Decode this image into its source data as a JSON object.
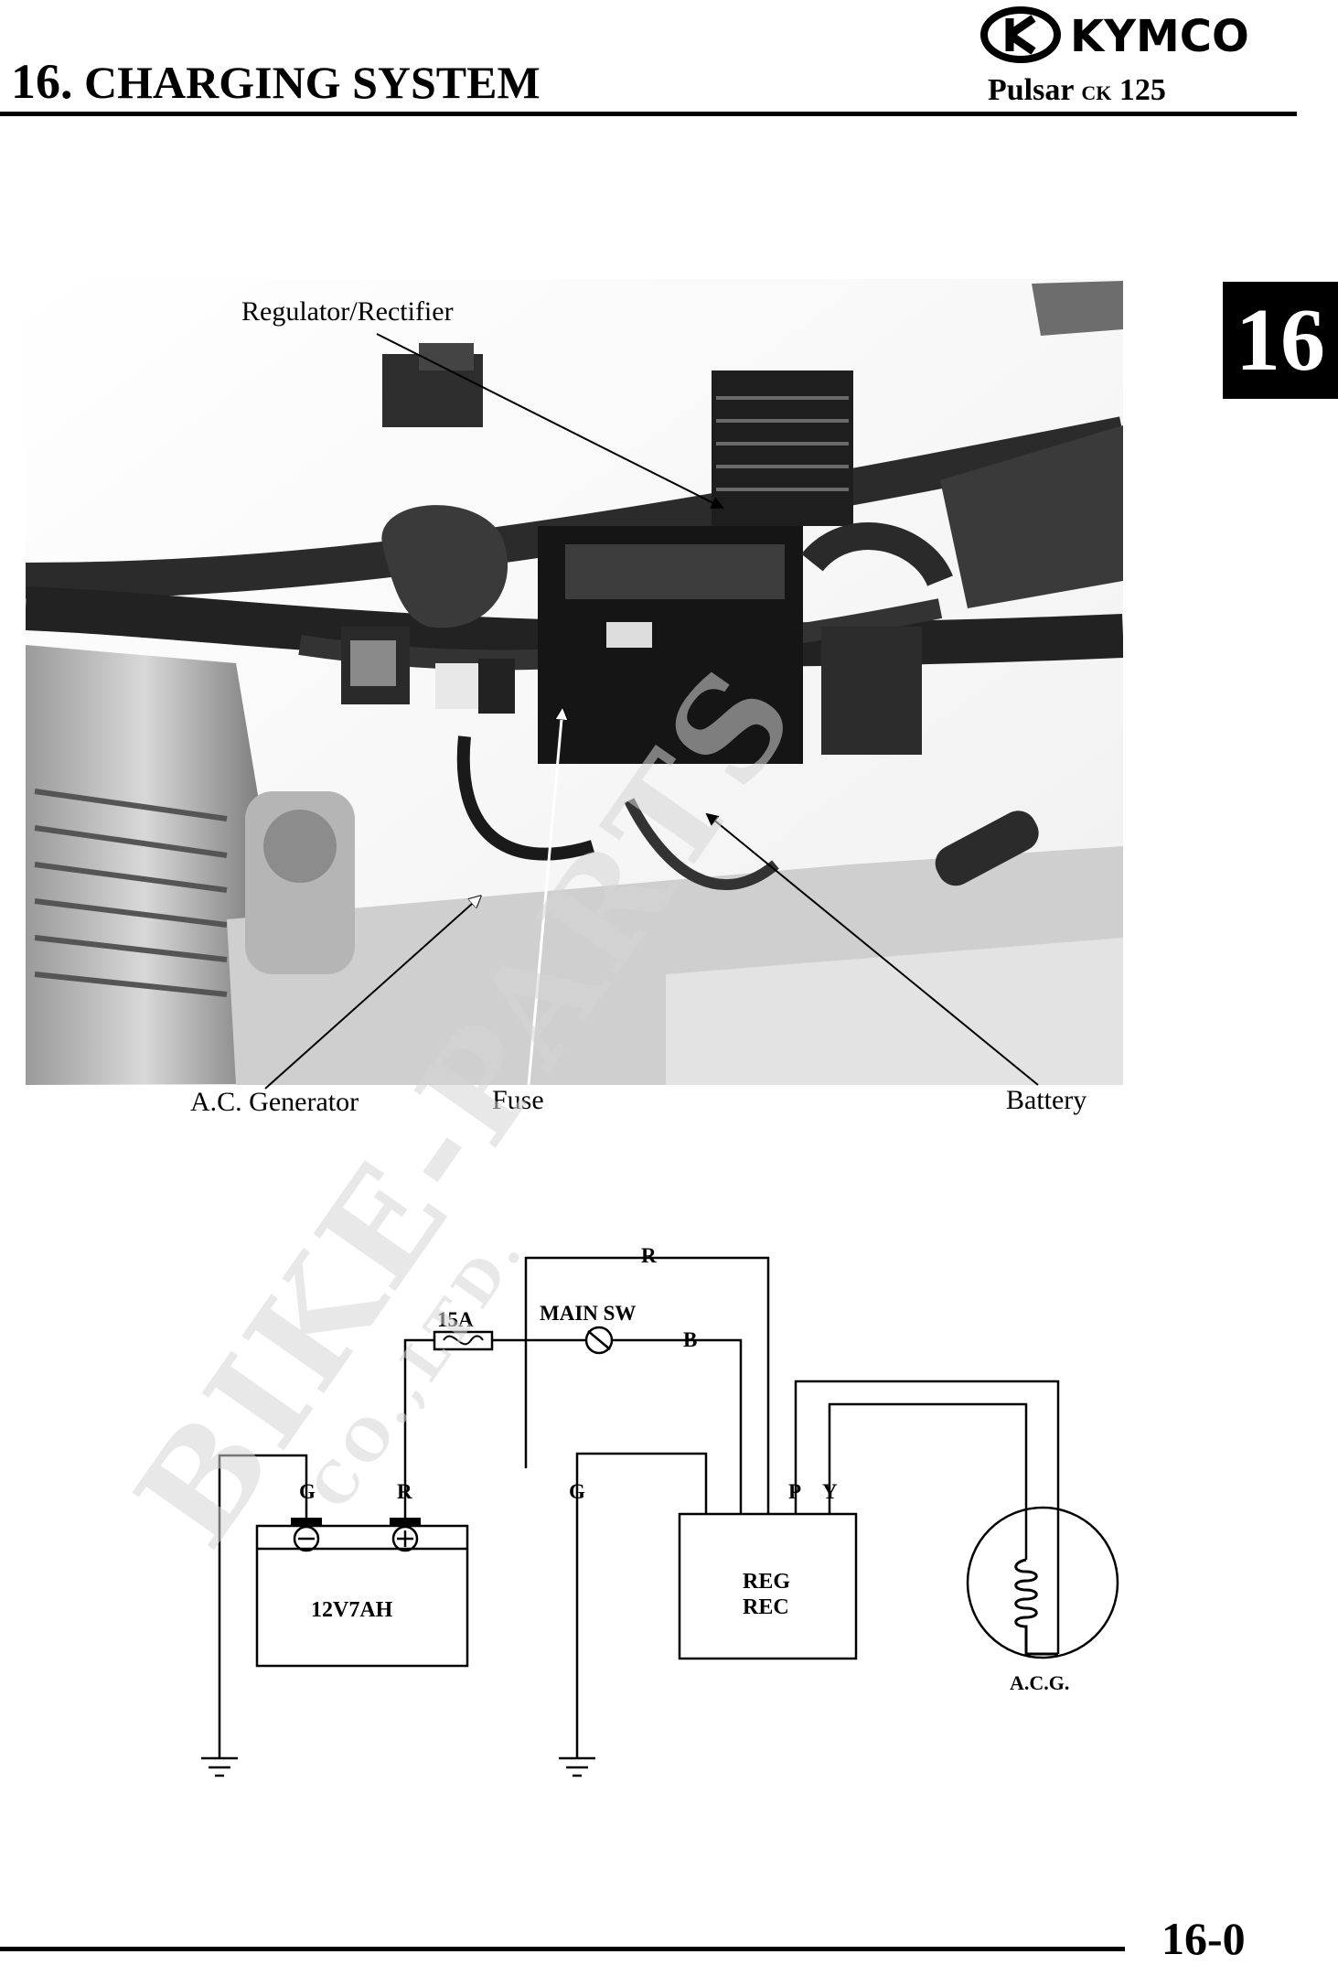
{
  "header": {
    "brand": "KYMCO",
    "chapter_number": "16.",
    "chapter_title": "CHARGING SYSTEM",
    "model_name": "Pulsar",
    "model_suffix": "CK",
    "model_number": "125"
  },
  "chapter_tab": "16",
  "photo_callouts": {
    "regulator_rectifier": "Regulator/Rectifier",
    "ac_generator": "A.C. Generator",
    "fuse": "Fuse",
    "battery": "Battery"
  },
  "wiring_diagram": {
    "wire_r_top": "R",
    "fuse_rating": "15A",
    "main_switch": "MAIN SW",
    "wire_b": "B",
    "battery_neg_wire": "G",
    "battery_pos_wire": "R",
    "regrec_ground_wire": "G",
    "wire_p": "P",
    "wire_y": "Y",
    "battery_spec": "12V7AH",
    "regrec_line1": "REG",
    "regrec_line2": "REC",
    "acg": "A.C.G."
  },
  "watermark": {
    "line1": "BIKE-PARTS",
    "line2": "CO.,LTD."
  },
  "footer": {
    "page_number": "16-0"
  }
}
